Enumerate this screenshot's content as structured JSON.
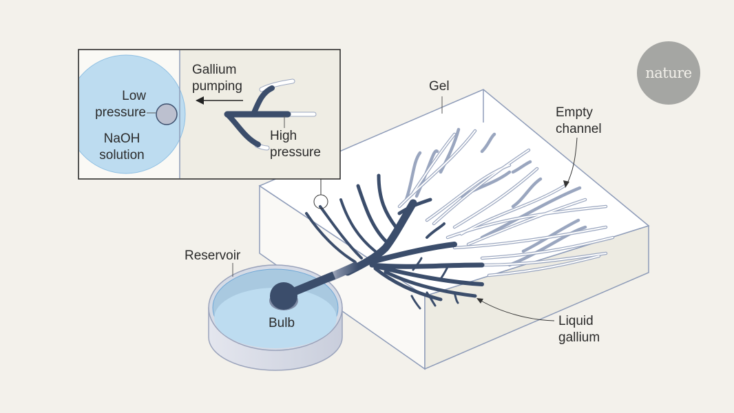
{
  "logo": {
    "text": "nature"
  },
  "inset": {
    "labels": {
      "low_pressure": "Low\npressure",
      "naoh": "NaOH\nsolution",
      "pumping": "Gallium\npumping",
      "high_pressure": "High\npressure"
    }
  },
  "main": {
    "labels": {
      "gel": "Gel",
      "empty_channel": "Empty\nchannel",
      "reservoir": "Reservoir",
      "bulb": "Bulb",
      "liquid_gallium": "Liquid\ngallium"
    }
  },
  "colors": {
    "background": "#f3f1eb",
    "gallium": "#3b4d6b",
    "solution": "#bddcf0",
    "gel_top": "#ffffff",
    "gel_side": "#edebe2",
    "outline": "#8d9bb8"
  }
}
